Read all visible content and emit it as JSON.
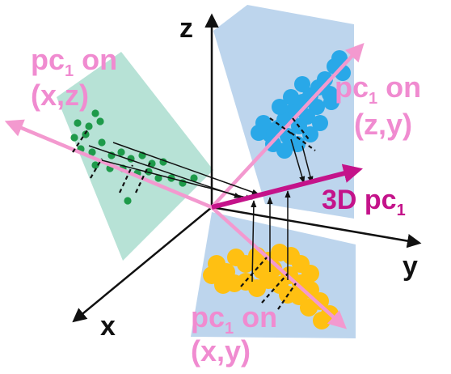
{
  "axes": {
    "z_label": "z",
    "y_label": "y",
    "x_label": "x"
  },
  "planes": {
    "xz": {
      "label_line1": "pc",
      "label_sub": "1",
      "label_suffix": " on",
      "label_line2": "(x,z)",
      "color": "#b3e0d4",
      "dot_color": "#1e9a4a"
    },
    "zy": {
      "label_line1": "pc",
      "label_sub": "1",
      "label_suffix": " on",
      "label_line2": "(z,y)",
      "color": "#b9d3ec",
      "dot_color": "#29a8e8"
    },
    "xy": {
      "label_line1": "pc",
      "label_sub": "1",
      "label_suffix": " on",
      "label_line2": "(x,y)",
      "color": "#b9d3ec",
      "dot_color": "#ffc012"
    }
  },
  "pc3d": {
    "label": "3D pc",
    "label_sub": "1",
    "color": "#c4138a"
  },
  "colors": {
    "pc_arrow": "#f399cf",
    "axis": "#111111",
    "projection": "#111111"
  }
}
